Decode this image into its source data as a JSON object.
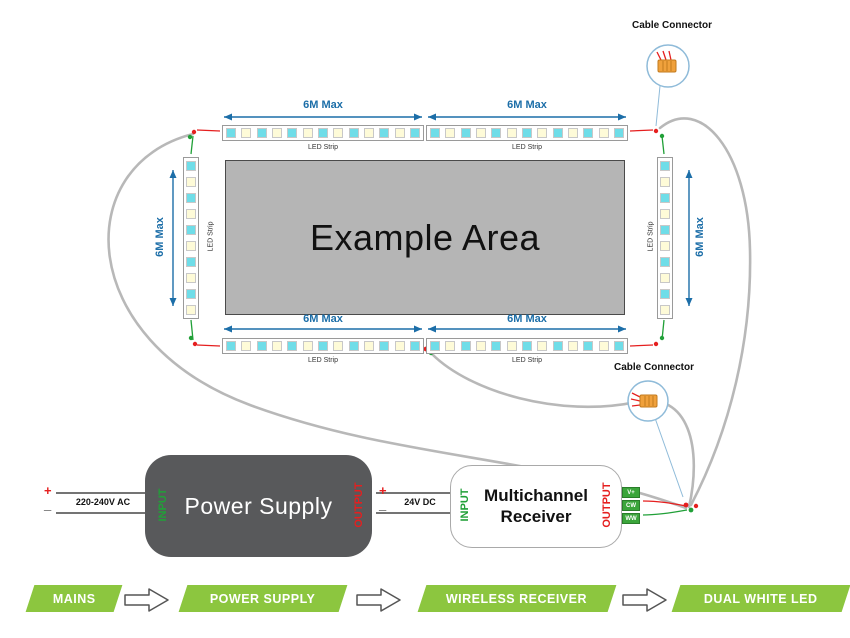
{
  "diagram": {
    "example_area_label": "Example Area",
    "labels": {
      "six_m_max": "6M Max",
      "led_strip": "LED Strip",
      "cable_connector": "Cable Connector",
      "input": "INPUT",
      "output": "OUTPUT",
      "plus": "+",
      "minus": "_",
      "mains_voltage": "220-240V AC",
      "dc_voltage": "24V DC"
    },
    "power_supply_label": "Power Supply",
    "receiver_label": "Multichannel Receiver",
    "receiver_terminals": [
      "V+",
      "CW",
      "WW"
    ]
  },
  "flow": {
    "steps": [
      {
        "label": "MAINS"
      },
      {
        "label": "POWER SUPPLY"
      },
      {
        "label": "WIRELESS RECEIVER"
      },
      {
        "label": "DUAL WHITE LED"
      }
    ]
  },
  "led_strips": {
    "horizontal_cell_count": 13,
    "vertical_cell_count": 10,
    "cool_color": "#6FDDE8",
    "warm_color": "#FEFBD8"
  },
  "colors": {
    "dimension_blue": "#1C6EA8",
    "flow_green": "#8CC63F",
    "input_green": "#21A038",
    "output_red": "#E51F1F",
    "cable_gray": "#B8B8B8",
    "area_gray": "#B5B5B5",
    "connector_orange": "#F0A13C",
    "callout_blue": "#8FBBD9"
  }
}
